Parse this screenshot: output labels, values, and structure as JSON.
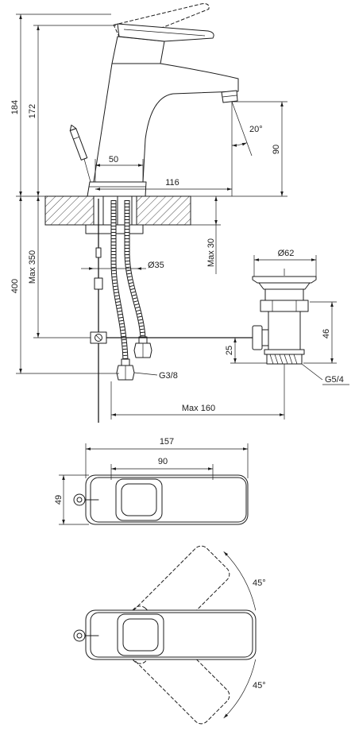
{
  "side_view": {
    "height_raised": "184",
    "height_lever": "172",
    "offset": "50",
    "spout_reach": "116",
    "spout_angle": "20°",
    "spout_height": "90",
    "counter_thickness": "Max 30",
    "shank_diameter": "Ø35",
    "hose_length": "400",
    "rod_length": "Max 350",
    "hose_thread": "G3/8"
  },
  "waste": {
    "plug_diameter": "Ø62",
    "body_height": "46",
    "link_height": "25",
    "thread": "G5/4",
    "rod_reach": "Max 160"
  },
  "top_view": {
    "overall_length": "157",
    "lever_length": "90",
    "width": "49"
  },
  "rotation_view": {
    "angle_up": "45°",
    "angle_down": "45°"
  }
}
